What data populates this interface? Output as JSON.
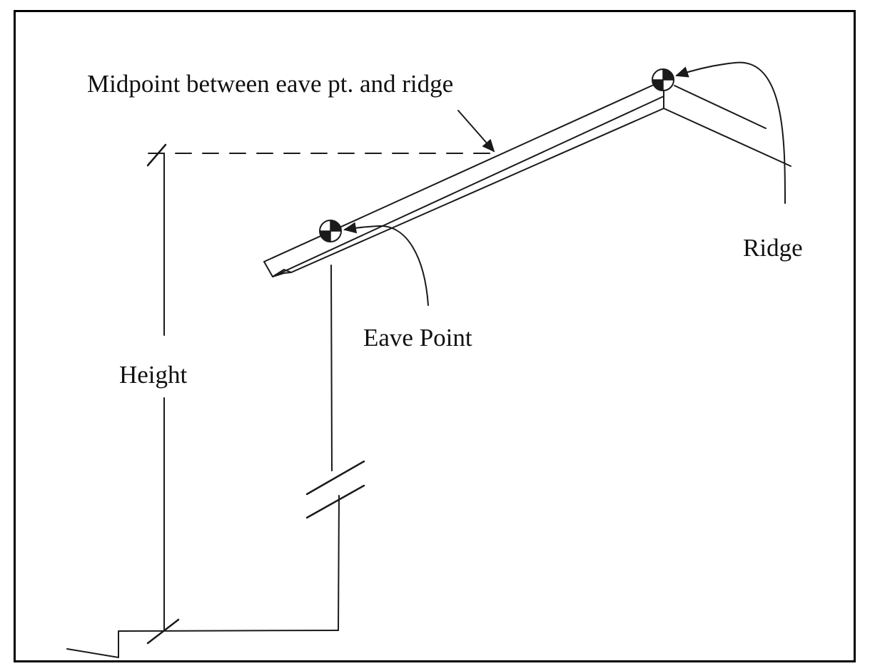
{
  "diagram": {
    "labels": {
      "midpoint": "Midpoint between eave pt. and ridge",
      "ridge": "Ridge",
      "eave_point": "Eave Point",
      "height": "Height"
    },
    "colors": {
      "ink": "#1a1a1a",
      "border": "#000000",
      "background": "#ffffff"
    }
  }
}
